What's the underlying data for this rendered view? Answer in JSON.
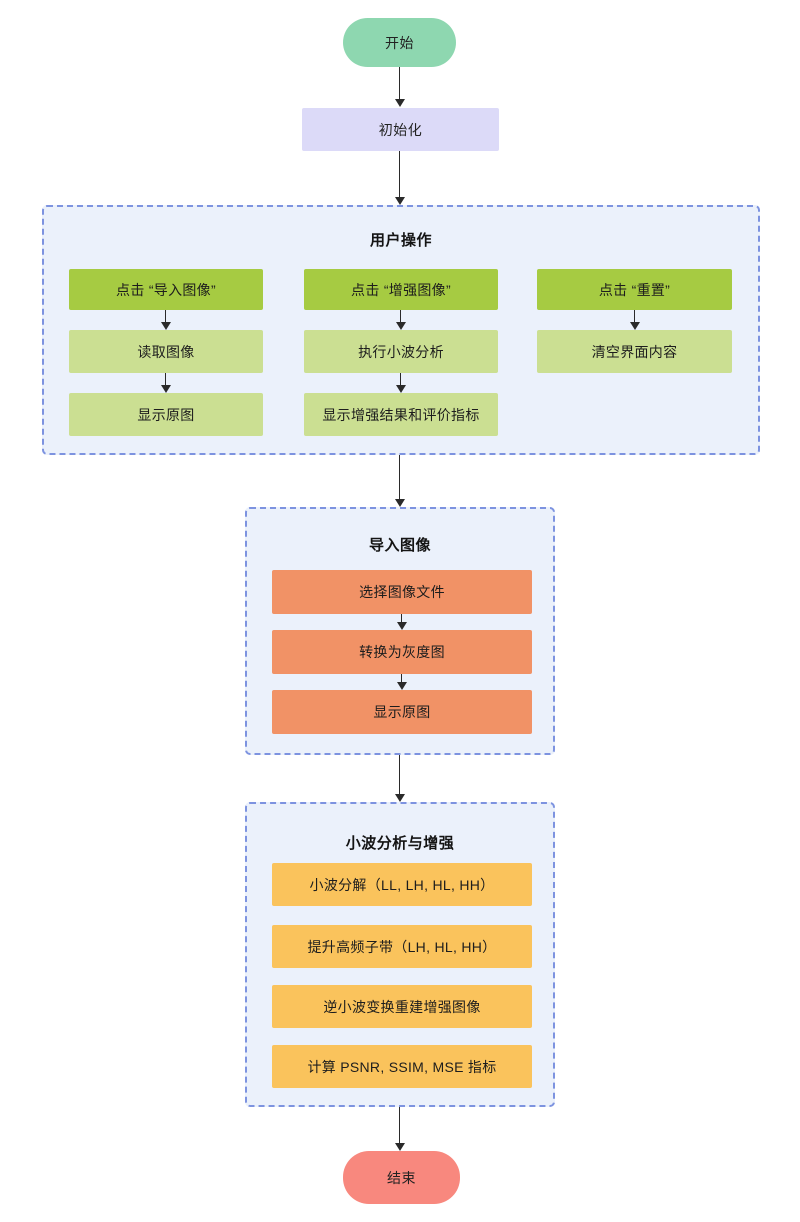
{
  "colors": {
    "start_fill": "#8ed7b0",
    "end_fill": "#f8887e",
    "init_fill": "#dcdaf8",
    "container_fill": "#ebf1fb",
    "container_border": "#7d93e0",
    "green_dark": "#a6cb42",
    "green_light": "#cbdf92",
    "orange_fill": "#f19266",
    "yellow_fill": "#fac35c",
    "text": "#222222"
  },
  "start": {
    "label": "开始"
  },
  "init": {
    "label": "初始化"
  },
  "user_ops": {
    "title": "用户操作",
    "columns": [
      {
        "steps": [
          "点击 “导入图像”",
          "读取图像",
          "显示原图"
        ]
      },
      {
        "steps": [
          "点击 “增强图像”",
          "执行小波分析",
          "显示增强结果和评价指标"
        ]
      },
      {
        "steps": [
          "点击 “重置”",
          "清空界面内容"
        ]
      }
    ]
  },
  "import_image": {
    "title": "导入图像",
    "steps": [
      "选择图像文件",
      "转换为灰度图",
      "显示原图"
    ]
  },
  "wavelet": {
    "title": "小波分析与增强",
    "steps": [
      "小波分解（LL, LH, HL, HH）",
      "提升高频子带（LH, HL, HH）",
      "逆小波变换重建增强图像",
      "计算 PSNR, SSIM, MSE 指标"
    ]
  },
  "end": {
    "label": "结束"
  }
}
